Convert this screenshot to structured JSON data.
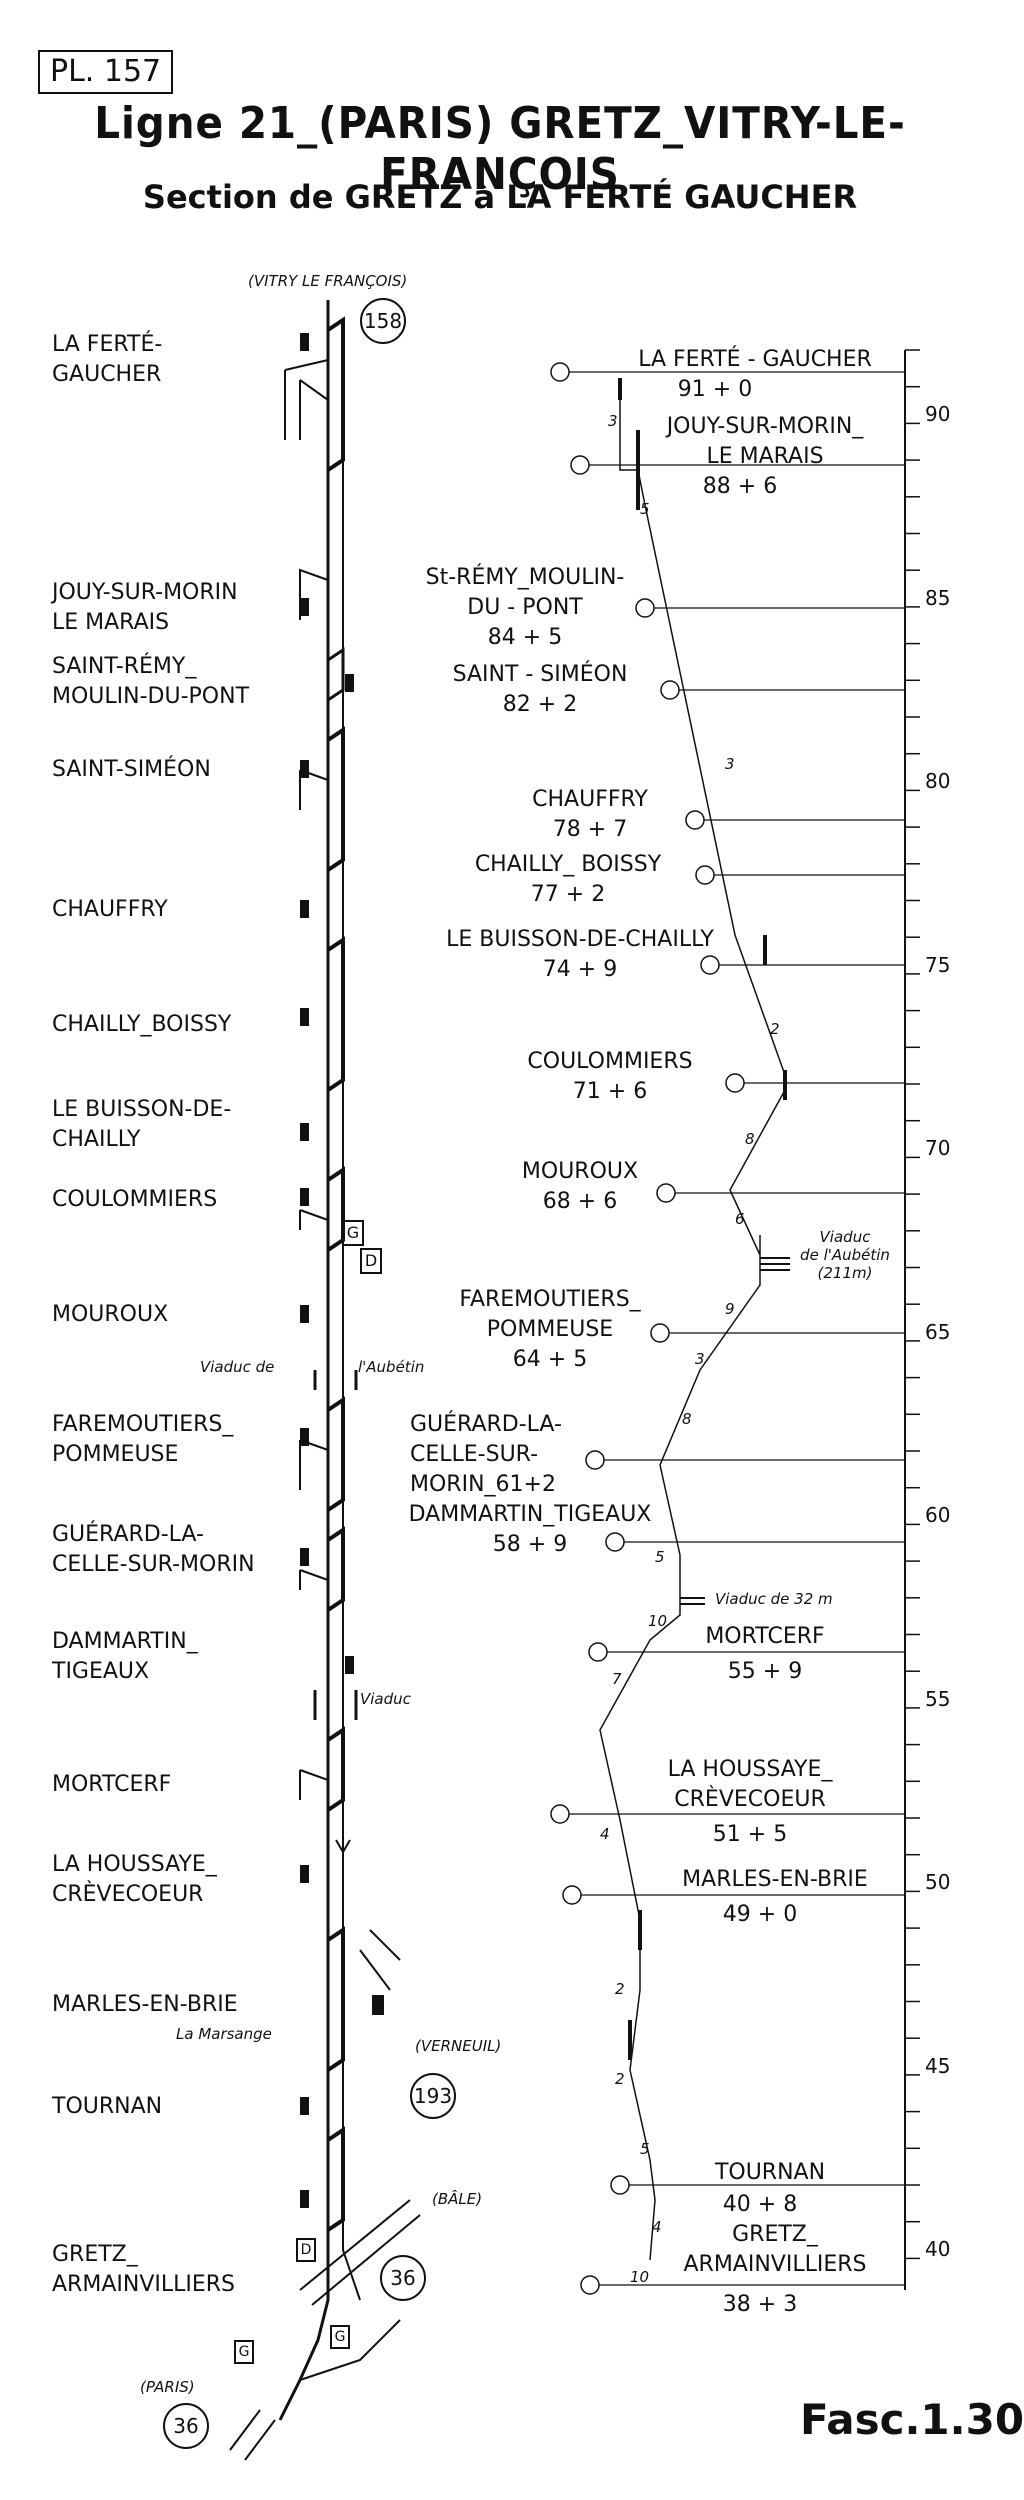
{
  "header": {
    "plate": "PL. 157",
    "title": "Ligne 21_(PARIS) GRETZ_VITRY-LE-FRANÇOIS",
    "subtitle": "Section de GRETZ à LA FERTÉ GAUCHER",
    "fasc": "Fasc.1.30"
  },
  "left_labels": {
    "vitry": "(VITRY LE FRANÇOIS)",
    "c158": "158",
    "laferte": "LA FERTÉ-\nGAUCHER",
    "jouy": "JOUY-SUR-MORIN\nLE MARAIS",
    "saintremy": "SAINT-RÉMY_\nMOULIN-DU-PONT",
    "saintsimeon": "SAINT-SIMÉON",
    "chauffry": "CHAUFFRY",
    "chailly": "CHAILLY_BOISSY",
    "buisson": "LE BUISSON-DE-\nCHAILLY",
    "coulommiers": "COULOMMIERS",
    "mouroux": "MOUROUX",
    "viaducde": "Viaduc de",
    "aubetin": "l'Aubétin",
    "faremoutiers": "FAREMOUTIERS_\nPOMMEUSE",
    "guerard": "GUÉRARD-LA-\nCELLE-SUR-MORIN",
    "dammartin": "DAMMARTIN_\nTIGEAUX",
    "viaduc": "Viaduc",
    "mortcerf": "MORTCERF",
    "houssaye": "LA HOUSSAYE_\nCRÈVECOEUR",
    "marles": "MARLES-EN-BRIE",
    "marsange": "La Marsange",
    "verneuil": "(VERNEUIL)",
    "c193": "193",
    "tournan": "TOURNAN",
    "bale": "(BÂLE)",
    "gretz": "GRETZ_\nARMAINVILLIERS",
    "c36a": "36",
    "paris": "(PARIS)",
    "c36b": "36",
    "g1": "G",
    "g2": "G",
    "g3": "G",
    "d1": "D",
    "d2": "D"
  },
  "profile": {
    "laferte": "LA FERTÉ - GAUCHER",
    "laferte_pk": "91 + 0",
    "jouy": "JOUY-SUR-MORIN_\nLE MARAIS",
    "jouy_pk": "88 + 6",
    "stremy": "St-RÉMY_MOULIN-\nDU - PONT\n84 + 5",
    "stsimeon": "SAINT - SIMÉON\n82 + 2",
    "chauffry": "CHAUFFRY\n78 + 7",
    "chailly": "CHAILLY_ BOISSY\n77 + 2",
    "buisson": "LE BUISSON-DE-CHAILLY\n74 + 9",
    "coulommiers": "COULOMMIERS\n71 + 6",
    "mouroux": "MOUROUX\n68 + 6",
    "viaduc_aubetin": "Viaduc\nde l'Aubétin\n(211m)",
    "faremoutiers": "FAREMOUTIERS_\nPOMMEUSE\n64 + 5",
    "guerard": "GUÉRARD-LA-\nCELLE-SUR-\nMORIN_61+2",
    "dammartin": "DAMMARTIN_TIGEAUX\n58 + 9",
    "viaduc32": "Viaduc de 32 m",
    "mortcerf": "MORTCERF",
    "mortcerf_pk": "55 + 9",
    "houssaye": "LA HOUSSAYE_\nCRÈVECOEUR",
    "houssaye_pk": "51 + 5",
    "marles": "MARLES-EN-BRIE",
    "marles_pk": "49 + 0",
    "tournan": "TOURNAN",
    "tournan_pk": "40 + 8",
    "gretz": "GRETZ_\nARMAINVILLIERS",
    "gretz_pk": "38 + 3",
    "grades": [
      "3",
      "5",
      "3",
      "2",
      "8",
      "6",
      "9",
      "3",
      "8",
      "5",
      "10",
      "7",
      "4",
      "2",
      "2",
      "5",
      "4",
      "10"
    ],
    "km_ticks": [
      "90",
      "85",
      "80",
      "75",
      "70",
      "65",
      "60",
      "55",
      "50",
      "45",
      "40"
    ]
  }
}
